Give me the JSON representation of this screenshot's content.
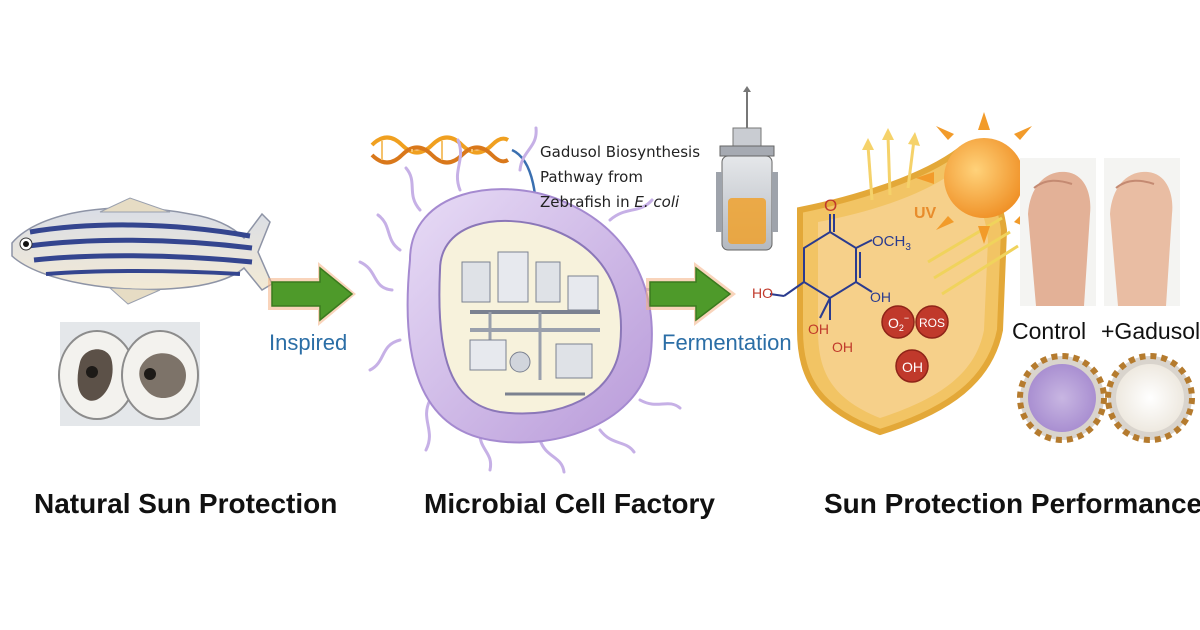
{
  "captions": {
    "natural": "Natural Sun Protection",
    "factory": "Microbial Cell Factory",
    "performance": "Sun Protection Performance"
  },
  "arrows": {
    "inspired": "Inspired",
    "fermentation": "Fermentation"
  },
  "pathway": {
    "line1": "Gadusol Biosynthesis",
    "line2": "Pathway from",
    "line3_prefix": "Zebrafish in ",
    "line3_italic": "E. coli"
  },
  "molecule": {
    "oxygen": "O",
    "methoxy_o": "OCH",
    "methoxy_sub": "3",
    "ho": "HO",
    "oh1": "OH",
    "oh2": "OH",
    "oh3": "OH"
  },
  "ros": {
    "o2": "O",
    "o2_sub": "2",
    "o2_sup": "−",
    "ros": "ROS",
    "oh": "OH"
  },
  "uv_label": "UV",
  "comparison": {
    "control": "Control",
    "gadusol": "+Gadusol"
  },
  "colors": {
    "arrow_green": "#4e9a2a",
    "arrow_glow": "#f4b183",
    "label_blue": "#2b6ea6",
    "shield_gold": "#f2c464",
    "ros_red": "#c0392b",
    "membrane_purple": "#c9b3e6",
    "sun_orange": "#f29b2a"
  }
}
